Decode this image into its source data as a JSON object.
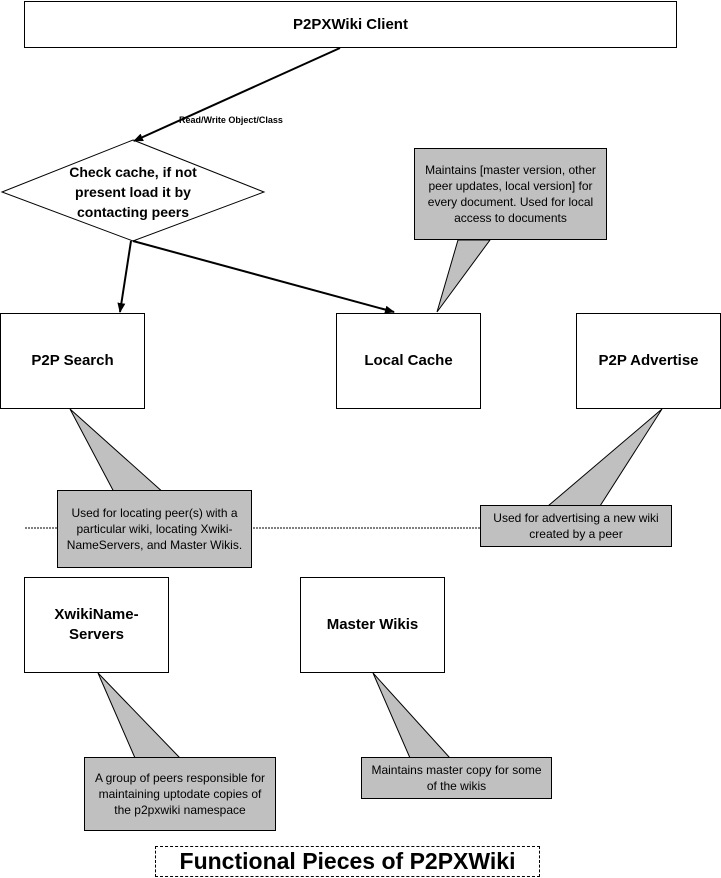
{
  "nodes": {
    "client": "P2PXWiki Client",
    "decision": "Check cache, if not present load it by contacting peers",
    "search": "P2P Search",
    "cache": "Local Cache",
    "advertise": "P2P Advertise",
    "nameservers": "XwikiName-Servers",
    "masters": "Master Wikis"
  },
  "edges": {
    "client_to_decision": "Read/Write Object/Class"
  },
  "notes": {
    "cache": "Maintains [master version, other peer updates, local version] for every document. Used for local access to documents",
    "search": "Used for locating peer(s) with a particular wiki, locating Xwiki-NameServers, and Master Wikis.",
    "advertise": "Used for advertising a new wiki created by a peer",
    "nameservers": "A group of peers responsible for maintaining uptodate copies of the p2pxwiki namespace",
    "masters": "Maintains master copy for some of the wikis"
  },
  "title": "Functional Pieces of P2PXWiki",
  "colors": {
    "note_fill": "#c0c0c0",
    "box_fill": "#ffffff",
    "stroke": "#000000"
  }
}
